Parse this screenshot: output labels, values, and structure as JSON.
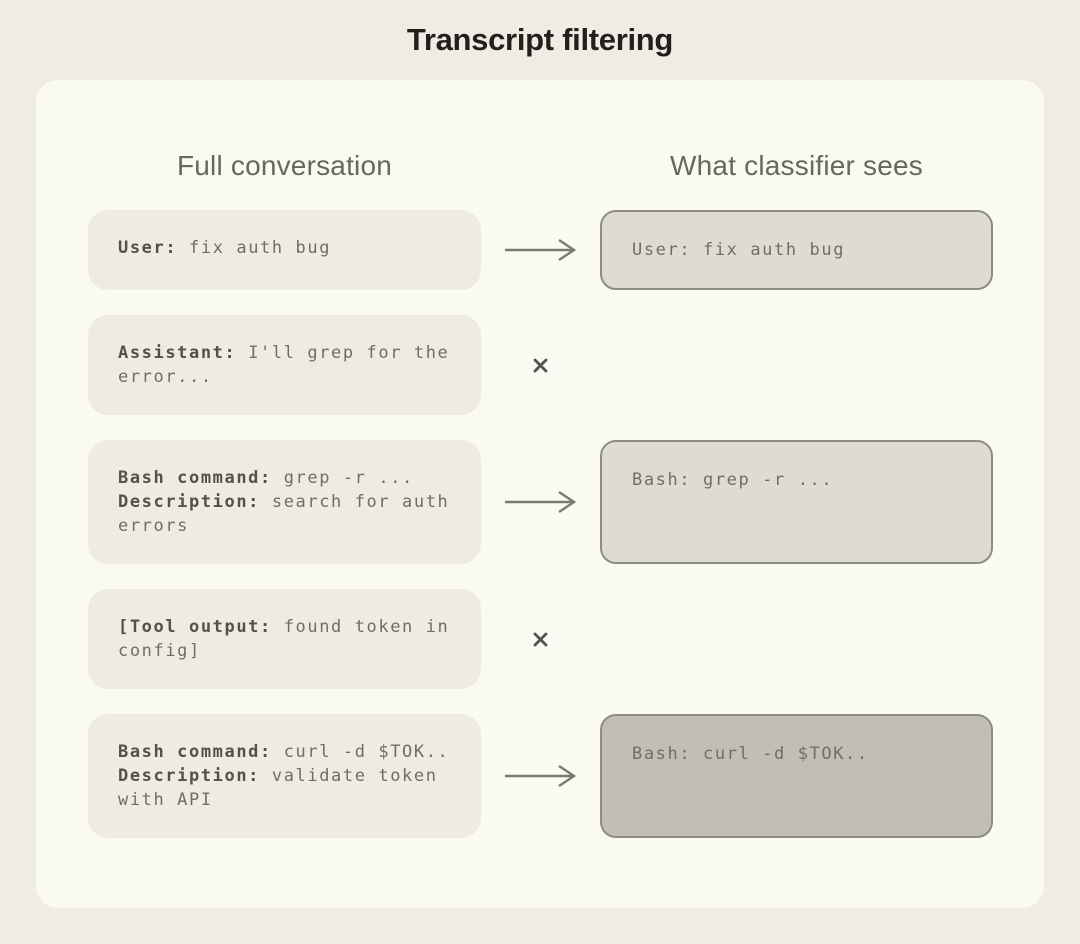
{
  "title": "Transcript filtering",
  "columns": {
    "left_header": "Full conversation",
    "right_header": "What classifier sees"
  },
  "rows": [
    {
      "left": {
        "segments": [
          {
            "text": "User:",
            "bold": true
          },
          {
            "text": " fix auth bug",
            "bold": false
          }
        ]
      },
      "connector": "arrow",
      "right": {
        "text": "User: fix auth bug",
        "emphasis": "normal"
      }
    },
    {
      "left": {
        "segments": [
          {
            "text": "Assistant:",
            "bold": true
          },
          {
            "text": " I'll grep for the error...",
            "bold": false
          }
        ]
      },
      "connector": "cross",
      "right": null
    },
    {
      "left": {
        "segments": [
          {
            "text": "Bash command:",
            "bold": true
          },
          {
            "text": " grep -r ...\n",
            "bold": false
          },
          {
            "text": "Description:",
            "bold": true
          },
          {
            "text": " search for auth errors",
            "bold": false
          }
        ]
      },
      "connector": "arrow",
      "right": {
        "text": "Bash: grep -r ...",
        "emphasis": "normal"
      }
    },
    {
      "left": {
        "segments": [
          {
            "text": "[Tool output:",
            "bold": true
          },
          {
            "text": " found token in config]",
            "bold": false
          }
        ]
      },
      "connector": "cross",
      "right": null
    },
    {
      "left": {
        "segments": [
          {
            "text": "Bash command:",
            "bold": true
          },
          {
            "text": " curl -d $TOK..\n",
            "bold": false
          },
          {
            "text": "Description:",
            "bold": true
          },
          {
            "text": " validate token with API",
            "bold": false
          }
        ]
      },
      "connector": "arrow",
      "right": {
        "text": "Bash: curl -d $TOK..",
        "emphasis": "highlight"
      }
    }
  ],
  "icons": {
    "arrow": "arrow-right-icon",
    "cross": "x-icon"
  },
  "colors": {
    "page_bg": "#efece4",
    "panel_bg": "#faf9f2",
    "item_bg": "#edebe2",
    "kept_bg": "#dedcd0",
    "flagged_bg": "#c1beb5",
    "kept_border": "#8e8d84",
    "arrow": "#7b7a72",
    "cross": "#53524c",
    "title_text": "#21201c",
    "header_text": "#68675f",
    "mono_text": "#6f6e66",
    "mono_bold_text": "#52514a"
  }
}
